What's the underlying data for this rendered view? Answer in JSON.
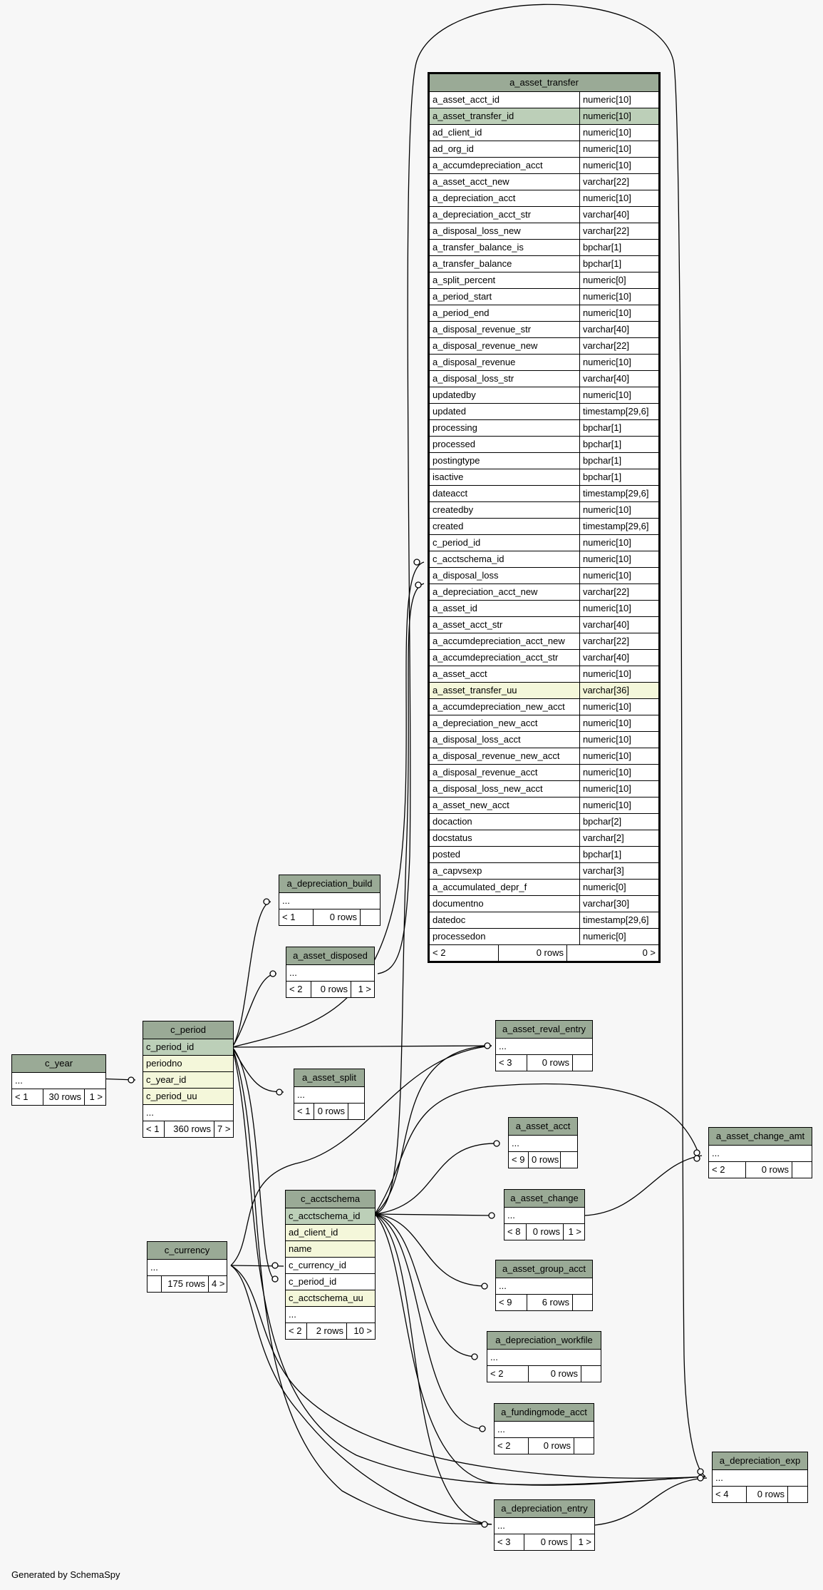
{
  "footer": "Generated by SchemaSpy",
  "main_table": {
    "name": "a_asset_transfer",
    "columns": [
      {
        "name": "a_asset_acct_id",
        "type": "numeric[10]",
        "style": ""
      },
      {
        "name": "a_asset_transfer_id",
        "type": "numeric[10]",
        "style": "pk"
      },
      {
        "name": "ad_client_id",
        "type": "numeric[10]",
        "style": ""
      },
      {
        "name": "ad_org_id",
        "type": "numeric[10]",
        "style": ""
      },
      {
        "name": "a_accumdepreciation_acct",
        "type": "numeric[10]",
        "style": ""
      },
      {
        "name": "a_asset_acct_new",
        "type": "varchar[22]",
        "style": ""
      },
      {
        "name": "a_depreciation_acct",
        "type": "numeric[10]",
        "style": ""
      },
      {
        "name": "a_depreciation_acct_str",
        "type": "varchar[40]",
        "style": ""
      },
      {
        "name": "a_disposal_loss_new",
        "type": "varchar[22]",
        "style": ""
      },
      {
        "name": "a_transfer_balance_is",
        "type": "bpchar[1]",
        "style": ""
      },
      {
        "name": "a_transfer_balance",
        "type": "bpchar[1]",
        "style": ""
      },
      {
        "name": "a_split_percent",
        "type": "numeric[0]",
        "style": ""
      },
      {
        "name": "a_period_start",
        "type": "numeric[10]",
        "style": ""
      },
      {
        "name": "a_period_end",
        "type": "numeric[10]",
        "style": ""
      },
      {
        "name": "a_disposal_revenue_str",
        "type": "varchar[40]",
        "style": ""
      },
      {
        "name": "a_disposal_revenue_new",
        "type": "varchar[22]",
        "style": ""
      },
      {
        "name": "a_disposal_revenue",
        "type": "numeric[10]",
        "style": ""
      },
      {
        "name": "a_disposal_loss_str",
        "type": "varchar[40]",
        "style": ""
      },
      {
        "name": "updatedby",
        "type": "numeric[10]",
        "style": ""
      },
      {
        "name": "updated",
        "type": "timestamp[29,6]",
        "style": ""
      },
      {
        "name": "processing",
        "type": "bpchar[1]",
        "style": ""
      },
      {
        "name": "processed",
        "type": "bpchar[1]",
        "style": ""
      },
      {
        "name": "postingtype",
        "type": "bpchar[1]",
        "style": ""
      },
      {
        "name": "isactive",
        "type": "bpchar[1]",
        "style": ""
      },
      {
        "name": "dateacct",
        "type": "timestamp[29,6]",
        "style": ""
      },
      {
        "name": "createdby",
        "type": "numeric[10]",
        "style": ""
      },
      {
        "name": "created",
        "type": "timestamp[29,6]",
        "style": ""
      },
      {
        "name": "c_period_id",
        "type": "numeric[10]",
        "style": ""
      },
      {
        "name": "c_acctschema_id",
        "type": "numeric[10]",
        "style": ""
      },
      {
        "name": "a_disposal_loss",
        "type": "numeric[10]",
        "style": ""
      },
      {
        "name": "a_depreciation_acct_new",
        "type": "varchar[22]",
        "style": ""
      },
      {
        "name": "a_asset_id",
        "type": "numeric[10]",
        "style": ""
      },
      {
        "name": "a_asset_acct_str",
        "type": "varchar[40]",
        "style": ""
      },
      {
        "name": "a_accumdepreciation_acct_new",
        "type": "varchar[22]",
        "style": ""
      },
      {
        "name": "a_accumdepreciation_acct_str",
        "type": "varchar[40]",
        "style": ""
      },
      {
        "name": "a_asset_acct",
        "type": "numeric[10]",
        "style": ""
      },
      {
        "name": "a_asset_transfer_uu",
        "type": "varchar[36]",
        "style": "idx"
      },
      {
        "name": "a_accumdepreciation_new_acct",
        "type": "numeric[10]",
        "style": ""
      },
      {
        "name": "a_depreciation_new_acct",
        "type": "numeric[10]",
        "style": ""
      },
      {
        "name": "a_disposal_loss_acct",
        "type": "numeric[10]",
        "style": ""
      },
      {
        "name": "a_disposal_revenue_new_acct",
        "type": "numeric[10]",
        "style": ""
      },
      {
        "name": "a_disposal_revenue_acct",
        "type": "numeric[10]",
        "style": ""
      },
      {
        "name": "a_disposal_loss_new_acct",
        "type": "numeric[10]",
        "style": ""
      },
      {
        "name": "a_asset_new_acct",
        "type": "numeric[10]",
        "style": ""
      },
      {
        "name": "docaction",
        "type": "bpchar[2]",
        "style": ""
      },
      {
        "name": "docstatus",
        "type": "varchar[2]",
        "style": ""
      },
      {
        "name": "posted",
        "type": "bpchar[1]",
        "style": ""
      },
      {
        "name": "a_capvsexp",
        "type": "varchar[3]",
        "style": ""
      },
      {
        "name": "a_accumulated_depr_f",
        "type": "numeric[0]",
        "style": ""
      },
      {
        "name": "documentno",
        "type": "varchar[30]",
        "style": ""
      },
      {
        "name": "datedoc",
        "type": "timestamp[29,6]",
        "style": ""
      },
      {
        "name": "processedon",
        "type": "numeric[0]",
        "style": ""
      }
    ],
    "parents": "< 2",
    "rows": "0 rows",
    "children": "0 >"
  },
  "tables": [
    {
      "id": "c_year",
      "name": "c_year",
      "columns": [
        {
          "name": "...",
          "style": ""
        }
      ],
      "parents": "< 1",
      "rows": "30 rows",
      "children": "1 >"
    },
    {
      "id": "c_period",
      "name": "c_period",
      "columns": [
        {
          "name": "c_period_id",
          "style": "pk"
        },
        {
          "name": "periodno",
          "style": "idx"
        },
        {
          "name": "c_year_id",
          "style": "idx"
        },
        {
          "name": "c_period_uu",
          "style": "idx"
        },
        {
          "name": "...",
          "style": ""
        }
      ],
      "parents": "< 1",
      "rows": "360 rows",
      "children": "7 >"
    },
    {
      "id": "c_currency",
      "name": "c_currency",
      "columns": [
        {
          "name": "...",
          "style": ""
        }
      ],
      "parents": "",
      "rows": "175 rows",
      "children": "4 >"
    },
    {
      "id": "c_acctschema",
      "name": "c_acctschema",
      "columns": [
        {
          "name": "c_acctschema_id",
          "style": "pk"
        },
        {
          "name": "ad_client_id",
          "style": "idx"
        },
        {
          "name": "name",
          "style": "idx"
        },
        {
          "name": "c_currency_id",
          "style": ""
        },
        {
          "name": "c_period_id",
          "style": ""
        },
        {
          "name": "c_acctschema_uu",
          "style": "idx"
        },
        {
          "name": "...",
          "style": ""
        }
      ],
      "parents": "< 2",
      "rows": "2 rows",
      "children": "10 >"
    },
    {
      "id": "a_depreciation_build",
      "name": "a_depreciation_build",
      "columns": [
        {
          "name": "...",
          "style": ""
        }
      ],
      "parents": "< 1",
      "rows": "0 rows",
      "children": ""
    },
    {
      "id": "a_asset_disposed",
      "name": "a_asset_disposed",
      "columns": [
        {
          "name": "...",
          "style": ""
        }
      ],
      "parents": "< 2",
      "rows": "0 rows",
      "children": "1 >"
    },
    {
      "id": "a_asset_split",
      "name": "a_asset_split",
      "columns": [
        {
          "name": "...",
          "style": ""
        }
      ],
      "parents": "< 1",
      "rows": "0 rows",
      "children": ""
    },
    {
      "id": "a_asset_reval_entry",
      "name": "a_asset_reval_entry",
      "columns": [
        {
          "name": "...",
          "style": ""
        }
      ],
      "parents": "< 3",
      "rows": "0 rows",
      "children": ""
    },
    {
      "id": "a_asset_acct",
      "name": "a_asset_acct",
      "columns": [
        {
          "name": "...",
          "style": ""
        }
      ],
      "parents": "< 9",
      "rows": "0 rows",
      "children": ""
    },
    {
      "id": "a_asset_change",
      "name": "a_asset_change",
      "columns": [
        {
          "name": "...",
          "style": ""
        }
      ],
      "parents": "< 8",
      "rows": "0 rows",
      "children": "1 >"
    },
    {
      "id": "a_asset_group_acct",
      "name": "a_asset_group_acct",
      "columns": [
        {
          "name": "...",
          "style": ""
        }
      ],
      "parents": "< 9",
      "rows": "6 rows",
      "children": ""
    },
    {
      "id": "a_depreciation_workfile",
      "name": "a_depreciation_workfile",
      "columns": [
        {
          "name": "...",
          "style": ""
        }
      ],
      "parents": "< 2",
      "rows": "0 rows",
      "children": ""
    },
    {
      "id": "a_fundingmode_acct",
      "name": "a_fundingmode_acct",
      "columns": [
        {
          "name": "...",
          "style": ""
        }
      ],
      "parents": "< 2",
      "rows": "0 rows",
      "children": ""
    },
    {
      "id": "a_depreciation_entry",
      "name": "a_depreciation_entry",
      "columns": [
        {
          "name": "...",
          "style": ""
        }
      ],
      "parents": "< 3",
      "rows": "0 rows",
      "children": "1 >"
    },
    {
      "id": "a_asset_change_amt",
      "name": "a_asset_change_amt",
      "columns": [
        {
          "name": "...",
          "style": ""
        }
      ],
      "parents": "< 2",
      "rows": "0 rows",
      "children": ""
    },
    {
      "id": "a_depreciation_exp",
      "name": "a_depreciation_exp",
      "columns": [
        {
          "name": "...",
          "style": ""
        }
      ],
      "parents": "< 4",
      "rows": "0 rows",
      "children": ""
    }
  ]
}
